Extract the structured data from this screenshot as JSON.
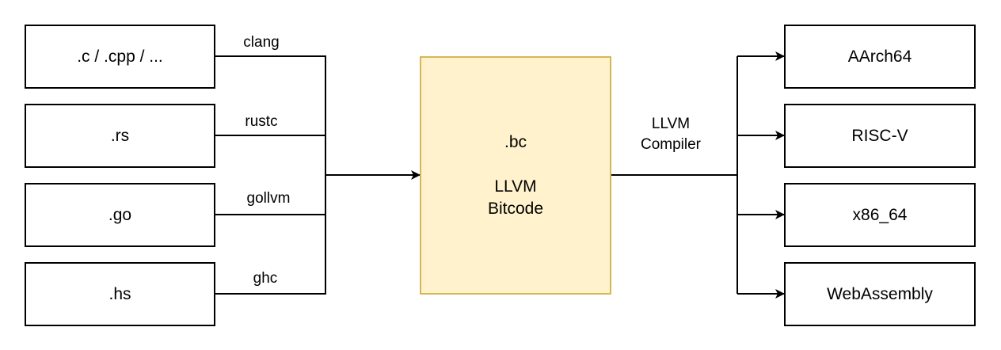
{
  "sources": [
    {
      "label": ".c / .cpp / ...",
      "compiler": "clang"
    },
    {
      "label": ".rs",
      "compiler": "rustc"
    },
    {
      "label": ".go",
      "compiler": "gollvm"
    },
    {
      "label": ".hs",
      "compiler": "ghc"
    }
  ],
  "bitcode": {
    "ext": ".bc",
    "line1": "LLVM",
    "line2": "Bitcode"
  },
  "backend": {
    "line1": "LLVM",
    "line2": "Compiler"
  },
  "targets": [
    {
      "label": "AArch64"
    },
    {
      "label": "RISC-V"
    },
    {
      "label": "x86_64"
    },
    {
      "label": "WebAssembly"
    }
  ],
  "colors": {
    "bitcode_fill": "#fff2cc",
    "bitcode_stroke": "#d6b656",
    "line": "#000000"
  }
}
